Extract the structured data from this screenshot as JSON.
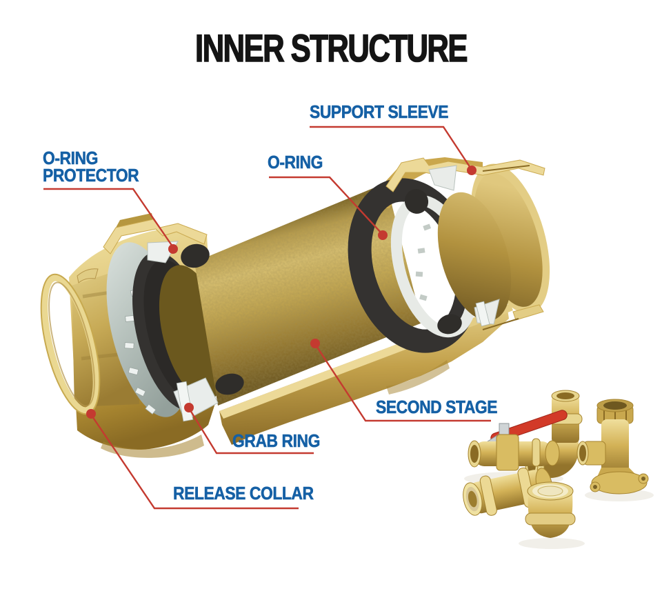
{
  "title": "INNER STRUCTURE",
  "callouts": {
    "support_sleeve": "SUPPORT SLEEVE",
    "o_ring_protector_line1": "O-RING",
    "o_ring_protector_line2": "PROTECTOR",
    "o_ring": "O-RING",
    "second_stage": "SECOND STAGE",
    "grab_ring": "GRAB RING",
    "release_collar": "RELEASE COLLAR"
  },
  "illustration": {
    "subject": "push-to-connect brass coupling cutaway",
    "parts": [
      "support-sleeve",
      "o-ring",
      "o-ring-protector",
      "second-stage",
      "grab-ring",
      "release-collar"
    ]
  },
  "product_gallery": [
    "ball-valve",
    "elbow",
    "drop-ear-elbow",
    "coupling",
    "end-cap"
  ],
  "colors": {
    "title": "#141414",
    "label_blue": "#1560a5",
    "leader_red": "#c43a30",
    "brass": "#d4b660",
    "brass_dark": "#8a6b24",
    "brass_light": "#f0e2a2",
    "seal_black": "#343230",
    "steel_gray": "#bcc6c1",
    "sleeve_white": "#e9ece9",
    "background": "#ffffff"
  }
}
